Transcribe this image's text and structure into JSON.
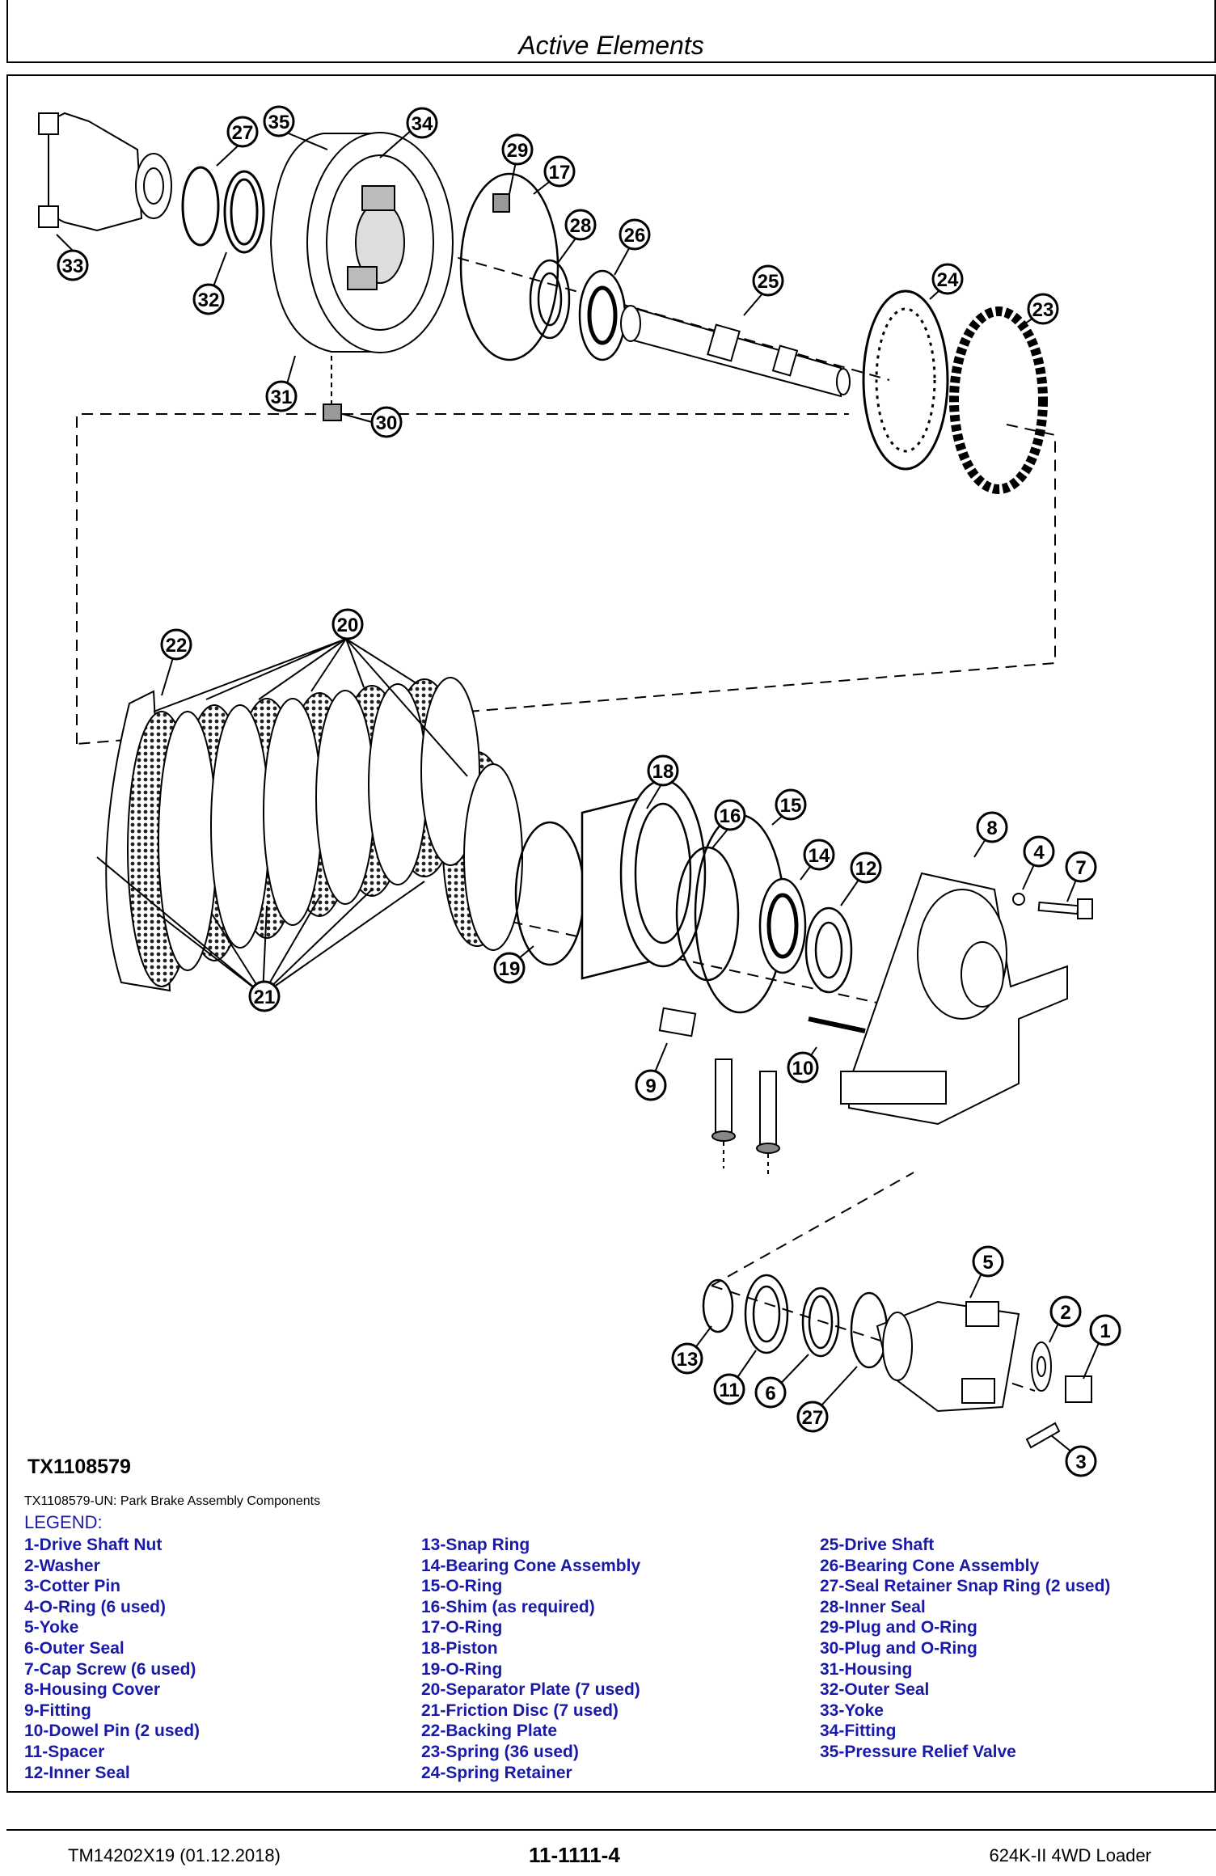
{
  "header": {
    "title": "Active Elements"
  },
  "figure": {
    "id": "TX1108579",
    "caption": "TX1108579-UN: Park Brake Assembly Components",
    "callouts": [
      "1",
      "2",
      "3",
      "4",
      "5",
      "6",
      "7",
      "8",
      "9",
      "10",
      "11",
      "12",
      "13",
      "14",
      "15",
      "16",
      "17",
      "18",
      "19",
      "20",
      "21",
      "22",
      "23",
      "24",
      "25",
      "26",
      "27",
      "27",
      "28",
      "29",
      "30",
      "31",
      "32",
      "33",
      "34",
      "35"
    ]
  },
  "legend": {
    "title": "LEGEND:",
    "columns": [
      [
        "1-Drive Shaft Nut",
        "2-Washer",
        "3-Cotter Pin",
        "4-O-Ring (6 used)",
        "5-Yoke",
        "6-Outer Seal",
        "7-Cap Screw (6 used)",
        "8-Housing Cover",
        "9-Fitting",
        "10-Dowel Pin (2 used)",
        "11-Spacer",
        "12-Inner Seal"
      ],
      [
        "13-Snap Ring",
        "14-Bearing Cone Assembly",
        "15-O-Ring",
        "16-Shim (as required)",
        "17-O-Ring",
        "18-Piston",
        "19-O-Ring",
        "20-Separator Plate (7 used)",
        "21-Friction Disc (7 used)",
        "22-Backing Plate",
        "23-Spring (36 used)",
        "24-Spring Retainer"
      ],
      [
        "25-Drive Shaft",
        "26-Bearing Cone Assembly",
        "27-Seal Retainer Snap Ring (2 used)",
        "28-Inner Seal",
        "29-Plug and O-Ring",
        "30-Plug and O-Ring",
        "31-Housing",
        "32-Outer Seal",
        "33-Yoke",
        "34-Fitting",
        "35-Pressure Relief Valve"
      ]
    ]
  },
  "footer": {
    "left": "TM14202X19 (01.12.2018)",
    "center": "11-1111-4",
    "right": "624K-II 4WD Loader"
  }
}
